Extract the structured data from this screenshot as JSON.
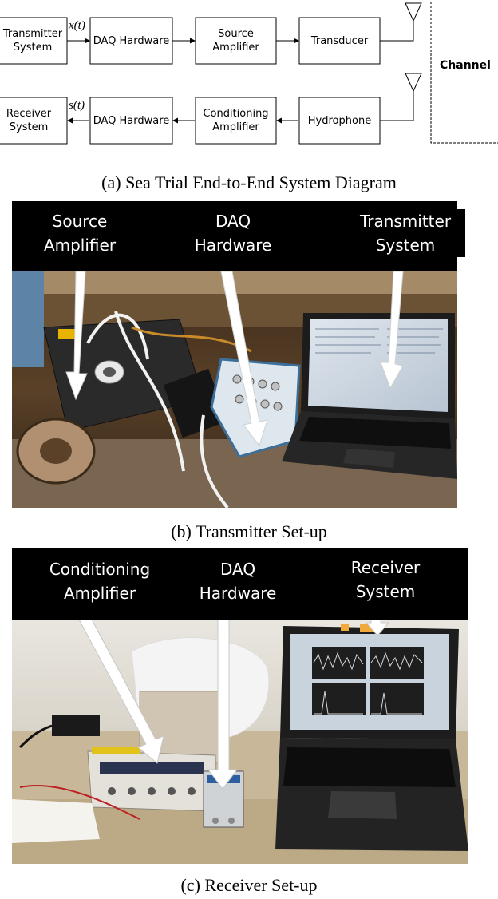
{
  "diagram": {
    "tx_row": {
      "system": "Transmitter\nSystem",
      "signal": "x(t)",
      "daq": "DAQ Hardware",
      "amplifier": "Source\nAmplifier",
      "transducer": "Transducer"
    },
    "channel": "Channel",
    "rx_row": {
      "system": "Receiver\nSystem",
      "signal": "s(t)",
      "daq": "DAQ Hardware",
      "amplifier": "Conditioning\nAmplifier",
      "hydrophone": "Hydrophone"
    }
  },
  "captions": {
    "a": "(a) Sea Trial End-to-End System Diagram",
    "b": "(b) Transmitter Set-up",
    "c": "(c) Receiver Set-up"
  },
  "photo_b_labels": {
    "source_amplifier": "Source\nAmplifier",
    "daq_hardware": "DAQ\nHardware",
    "transmitter_system": "Transmitter\nSystem"
  },
  "photo_c_labels": {
    "conditioning_amplifier": "Conditioning\nAmplifier",
    "daq_hardware": "DAQ\nHardware",
    "receiver_system": "Receiver\nSystem"
  },
  "colors": {
    "arrow": "#ffffff",
    "banner": "#000000"
  }
}
